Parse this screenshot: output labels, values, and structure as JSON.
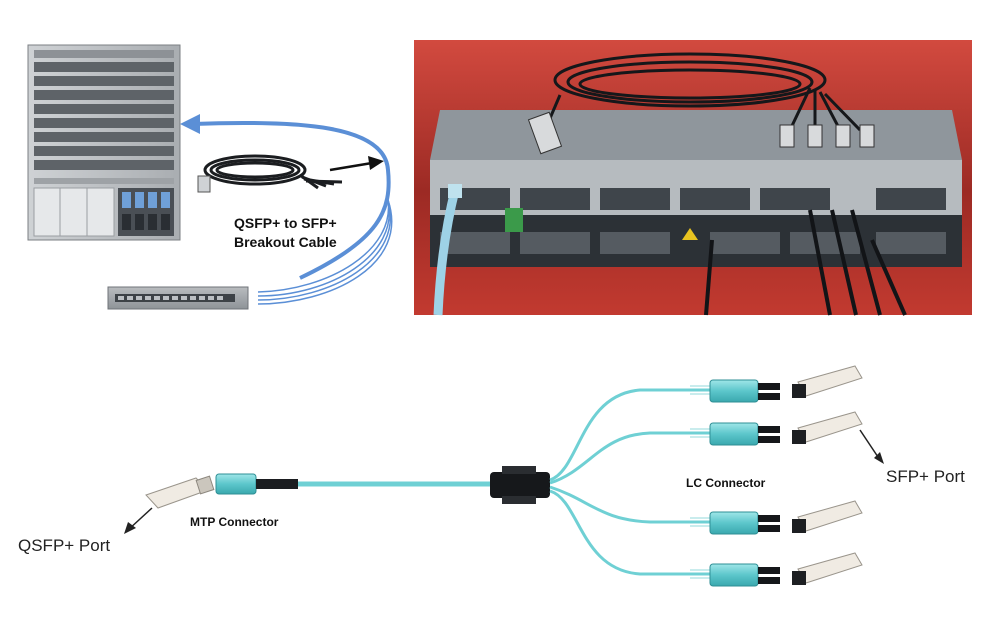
{
  "top_left_diagram": {
    "cable_label_line1": "QSFP+ to SFP+",
    "cable_label_line2": "Breakout Cable"
  },
  "bottom_diagram": {
    "qsfp_port_label": "QSFP+ Port",
    "mtp_connector_label": "MTP Connector",
    "lc_connector_label": "LC Connector",
    "sfp_port_label": "SFP+ Port"
  },
  "colors": {
    "aqua_cable": "#6fd0d4",
    "blue_cable": "#5b8fd6",
    "photo_bg_red": "#b8312a",
    "switch_gray": "#9aa0a6"
  }
}
